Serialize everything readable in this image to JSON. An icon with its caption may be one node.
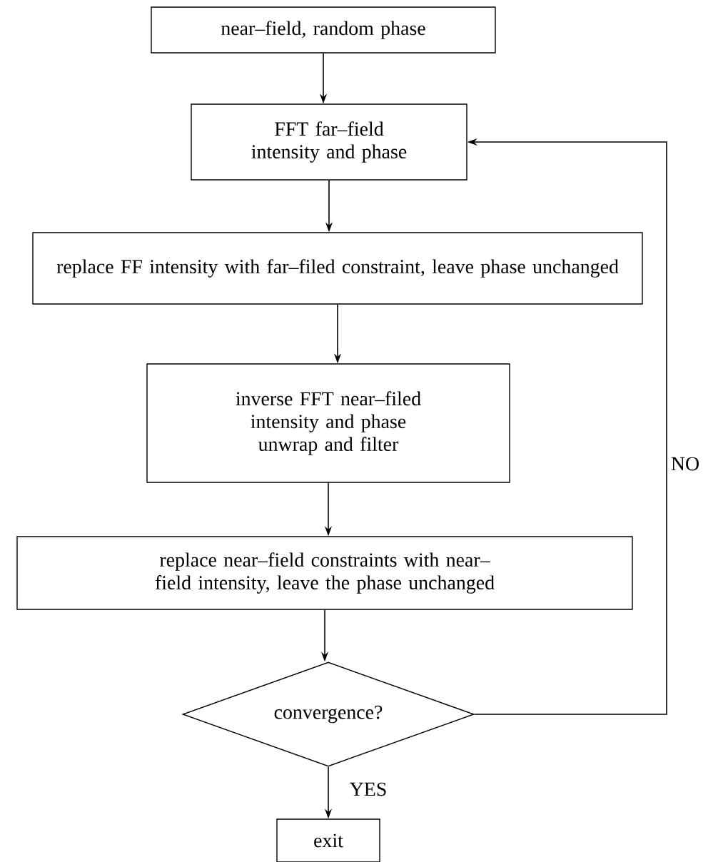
{
  "diagram": {
    "nodes": [
      {
        "text": [
          "near–field, random phase"
        ]
      },
      {
        "text": [
          "FFT far–field intensity and phase"
        ]
      },
      {
        "text": [
          "replace FF intensity with far–filed constraint, leave phase unchanged"
        ]
      },
      {
        "text": [
          "inverse FFT near–filed intensity and phase",
          "unwrap and filter"
        ]
      },
      {
        "text": [
          "replace near–field constraints with near–field intensity, leave the phase unchanged"
        ]
      },
      {
        "text": [
          "convergence?"
        ]
      },
      {
        "text": [
          "exit"
        ]
      }
    ],
    "edges": [
      {
        "from": 0,
        "to": 1,
        "arrow": "to"
      },
      {
        "from": 1,
        "to": 2,
        "arrow": "to"
      },
      {
        "from": 2,
        "to": 3,
        "arrow": "to"
      },
      {
        "from": 3,
        "to": 4,
        "arrow": "to"
      },
      {
        "from": 4,
        "to": 5,
        "arrow": "to"
      },
      {
        "from": 5,
        "to": 6,
        "arrow": "to",
        "label": "YES"
      },
      {
        "from": 5,
        "to": 1,
        "arrow": "to",
        "label": "NO"
      }
    ]
  }
}
